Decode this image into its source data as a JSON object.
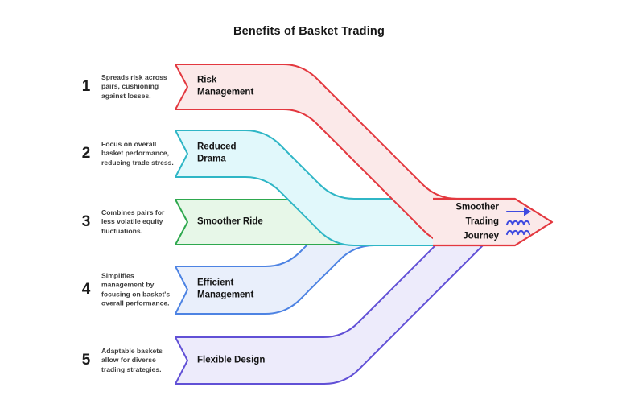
{
  "title": "Benefits of Basket Trading",
  "flows": [
    {
      "number": "1",
      "description": "Spreads risk across pairs, cushioning against losses.",
      "label_lines": [
        "Risk",
        "Management"
      ],
      "stroke": "#e3383f",
      "fill": "#fbe9e9"
    },
    {
      "number": "2",
      "description": "Focus on overall basket performance, reducing trade stress.",
      "label_lines": [
        "Reduced",
        "Drama"
      ],
      "stroke": "#2fb6c6",
      "fill": "#e1f8fb"
    },
    {
      "number": "3",
      "description": "Combines pairs for less volatile equity fluctuations.",
      "label_lines": [
        "Smoother Ride"
      ],
      "stroke": "#2ea84e",
      "fill": "#e7f7e8"
    },
    {
      "number": "4",
      "description": "Simplifies management by focusing on basket's overall performance.",
      "label_lines": [
        "Efficient",
        "Management"
      ],
      "stroke": "#4d83e3",
      "fill": "#e9effb"
    },
    {
      "number": "5",
      "description": "Adaptable baskets allow for diverse trading strategies.",
      "label_lines": [
        "Flexible Design"
      ],
      "stroke": "#6150d6",
      "fill": "#edebfb"
    }
  ],
  "result": {
    "label_lines": [
      "Smoother",
      "Trading",
      "Journey"
    ],
    "stroke": "#e3383f",
    "fill": "#fbe9e9",
    "icon": "waves-arrow-icon",
    "icon_color": "#3f4be0"
  }
}
